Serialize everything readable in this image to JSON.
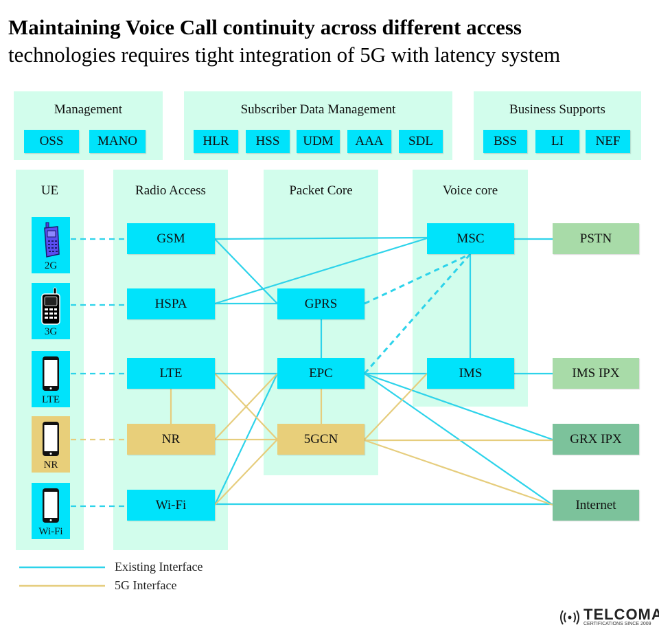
{
  "title": {
    "line1": "Maintaining Voice Call continuity across different access",
    "line2": "technologies requires tight integration of  5G with latency system"
  },
  "top_groups": {
    "management": {
      "label": "Management",
      "items": [
        "OSS",
        "MANO"
      ]
    },
    "sdm": {
      "label": "Subscriber Data Management",
      "items": [
        "HLR",
        "HSS",
        "UDM",
        "AAA",
        "SDL"
      ]
    },
    "business": {
      "label": "Business Supports",
      "items": [
        "BSS",
        "LI",
        "NEF"
      ]
    }
  },
  "columns": {
    "ue": "UE",
    "radio": "Radio Access",
    "packet": "Packet Core",
    "voice": "Voice core"
  },
  "ue": [
    {
      "label": "2G",
      "icon": "feature-phone-icon"
    },
    {
      "label": "3G",
      "icon": "cell-phone-icon"
    },
    {
      "label": "LTE",
      "icon": "smartphone-icon"
    },
    {
      "label": "NR",
      "icon": "smartphone-icon"
    },
    {
      "label": "Wi-Fi",
      "icon": "smartphone-icon"
    }
  ],
  "radio": [
    "GSM",
    "HSPA",
    "LTE",
    "NR",
    "Wi-Fi"
  ],
  "packet": [
    "GPRS",
    "EPC",
    "5GCN"
  ],
  "voice": [
    "MSC",
    "IMS"
  ],
  "external": [
    "PSTN",
    "IMS IPX",
    "GRX IPX",
    "Internet"
  ],
  "legend": {
    "existing": "Existing Interface",
    "fiveg": "5G Interface"
  },
  "colors": {
    "existing": "#2dd3ea",
    "fiveg": "#e6cd7d",
    "node": "#00e3fb",
    "node_5g": "#e8cf7a",
    "group": "#d2fdec"
  },
  "logo": {
    "name": "TELCOMA",
    "tagline": "CERTIFICATIONS SINCE 2009"
  }
}
